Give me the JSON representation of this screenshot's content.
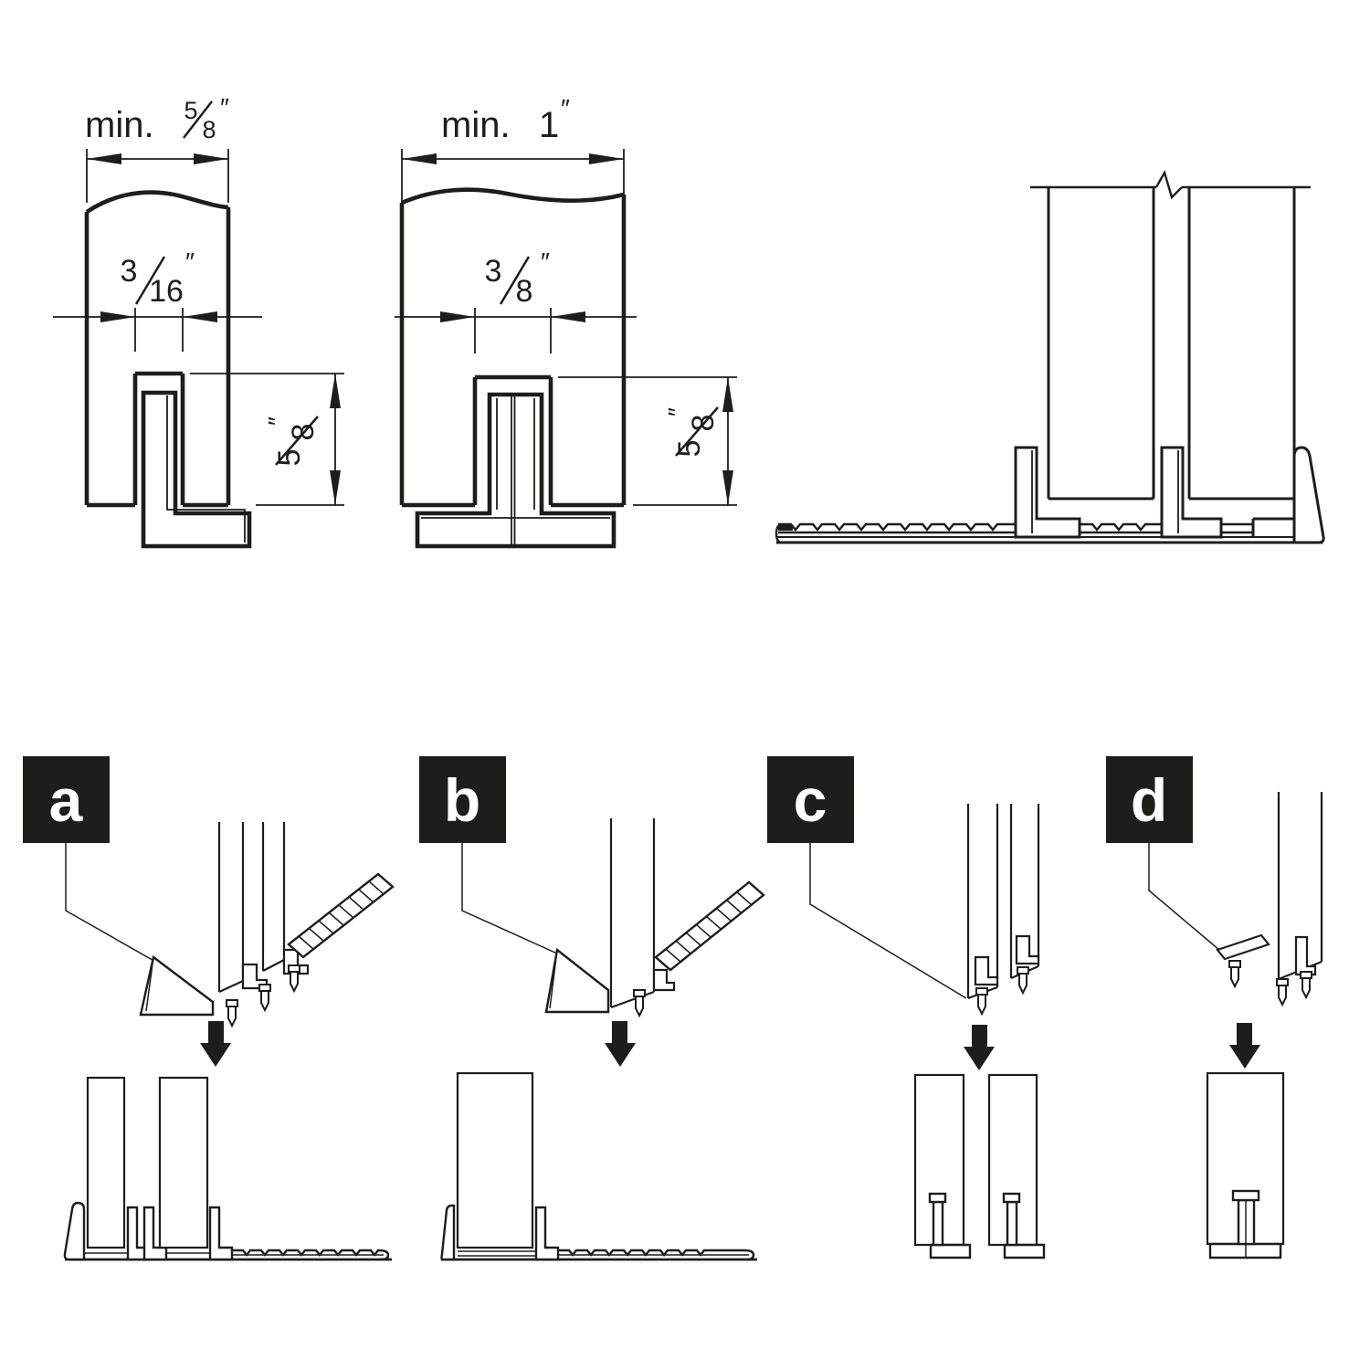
{
  "sheet": {
    "background": "#ffffff",
    "line_color": "#1d1d1b"
  },
  "profiles": {
    "left": {
      "width": {
        "prefix": "min.",
        "numerator": "5",
        "denominator": "8",
        "unit": "″"
      },
      "groove": {
        "numerator": "3",
        "denominator": "16",
        "unit": "″"
      },
      "depth": {
        "numerator": "5",
        "denominator": "8",
        "unit": "″"
      }
    },
    "middle": {
      "width": {
        "prefix": "min.",
        "value": "1",
        "unit": "″"
      },
      "groove": {
        "numerator": "3",
        "denominator": "8",
        "unit": "″"
      },
      "depth": {
        "numerator": "5",
        "denominator": "8",
        "unit": "″"
      }
    }
  },
  "options": {
    "a": {
      "label": "a"
    },
    "b": {
      "label": "b"
    },
    "c": {
      "label": "c"
    },
    "d": {
      "label": "d"
    }
  }
}
